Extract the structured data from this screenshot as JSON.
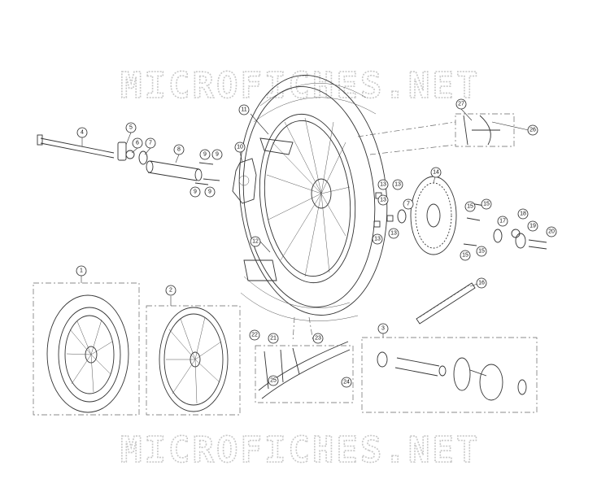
{
  "watermark": "MICROFICHES.NET",
  "callouts": [
    "1",
    "2",
    "3",
    "4",
    "5",
    "6",
    "7",
    "8",
    "9",
    "10",
    "11",
    "12",
    "13",
    "14",
    "15",
    "16",
    "17",
    "18",
    "19",
    "20",
    "21",
    "22",
    "23",
    "24",
    "25",
    "26",
    "27"
  ]
}
